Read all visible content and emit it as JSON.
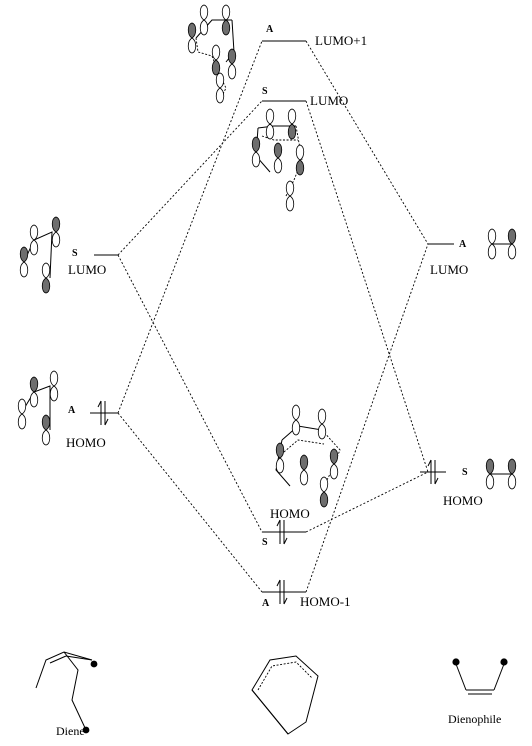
{
  "symbols": {
    "A": "A",
    "S": "S"
  },
  "levels": {
    "ts_lumo_plus1": "LUMO+1",
    "ts_lumo": "LUMO",
    "diene_lumo": "LUMO",
    "dienophile_lumo": "LUMO",
    "diene_homo": "HOMO",
    "dienophile_homo": "HOMO",
    "ts_homo": "HOMO",
    "ts_homo_minus1": "HOMO-1"
  },
  "captions": {
    "diene": "Diene",
    "dienophile": "Dienophile"
  }
}
